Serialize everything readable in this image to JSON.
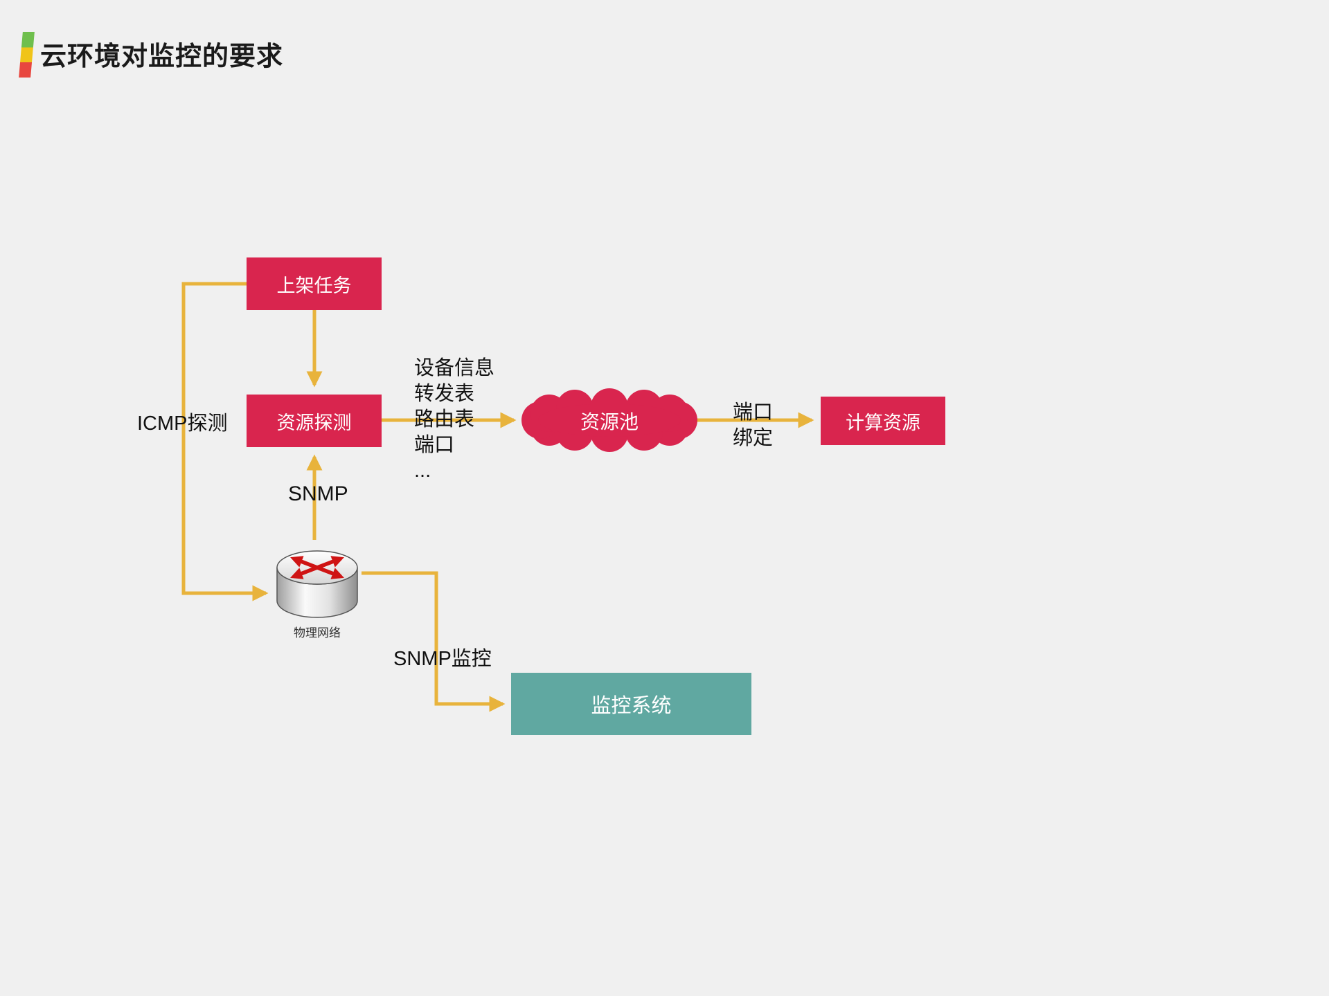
{
  "page": {
    "title": "云环境对监控的要求"
  },
  "colors": {
    "background": "#f0f0f0",
    "node_red": "#d9254e",
    "node_teal": "#60a8a1",
    "arrow": "#e8b33c",
    "router_arrow_red": "#cf1414"
  },
  "nodes": {
    "shelving_task": "上架任务",
    "resource_detection": "资源探测",
    "resource_pool": "资源池",
    "computing_resource": "计算资源",
    "monitoring_system": "监控系统",
    "physical_network": "物理网络"
  },
  "edges": {
    "icmp": "ICMP探测",
    "snmp": "SNMP",
    "snmp_monitoring": "SNMP监控",
    "device_info": [
      "设备信息",
      "转发表",
      "路由表",
      "端口",
      "..."
    ],
    "port_binding": [
      "端口",
      "绑定"
    ]
  }
}
